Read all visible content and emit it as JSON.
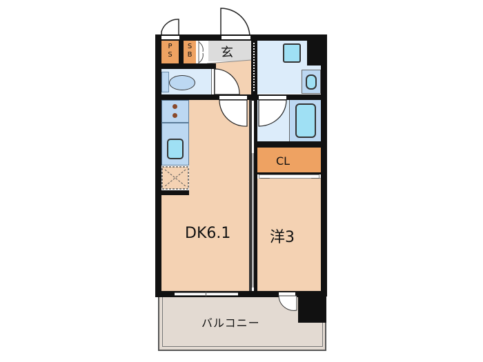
{
  "floorplan": {
    "rooms": {
      "dk": {
        "label": "DK6.1",
        "type": "dining-kitchen",
        "size_jo": 6.1
      },
      "western": {
        "label": "洋3",
        "type": "western-room",
        "size_jo": 3
      },
      "closet": {
        "label": "CL"
      },
      "entrance": {
        "label": "玄"
      },
      "balcony": {
        "label": "バルコニー"
      },
      "pipe_space": {
        "label_top": "P",
        "label_bottom": "S"
      },
      "shoe_box": {
        "label_top": "S",
        "label_bottom": "B"
      }
    },
    "colors": {
      "wood_floor": "#f4d2b3",
      "wet_area": "#dcecfa",
      "storage": "#eea262",
      "entrance": "#dcdcdc",
      "balcony": "#e3dad2",
      "fixture": "#9fe0f4",
      "wall": "#111111"
    }
  }
}
